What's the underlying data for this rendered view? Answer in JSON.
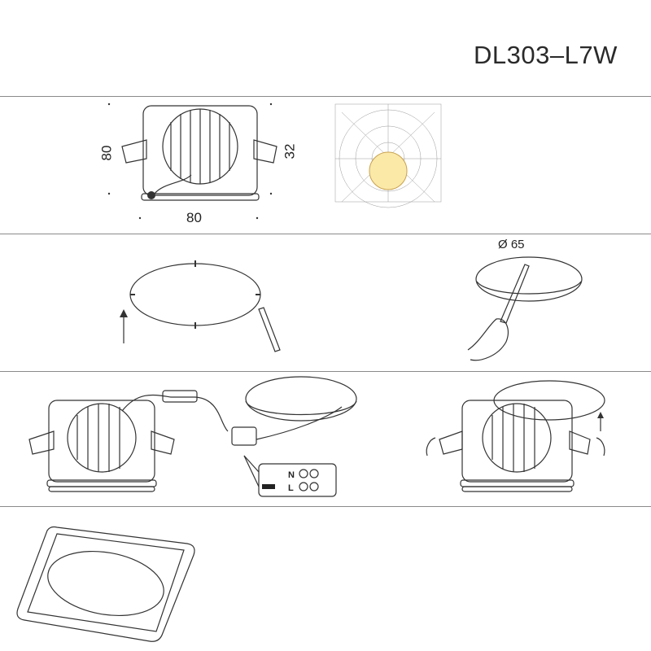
{
  "header": {
    "model": "DL303–L7W"
  },
  "dimensions": {
    "height": "80",
    "width": "80",
    "depth": "32"
  },
  "cutout": {
    "diameter_label": "Ø 65"
  },
  "wiring": {
    "neutral": "N",
    "live": "L"
  },
  "colors": {
    "beam_fill": "#fbe9a8",
    "beam_stroke": "#c9a24f",
    "rule": "#8a8a8a"
  }
}
